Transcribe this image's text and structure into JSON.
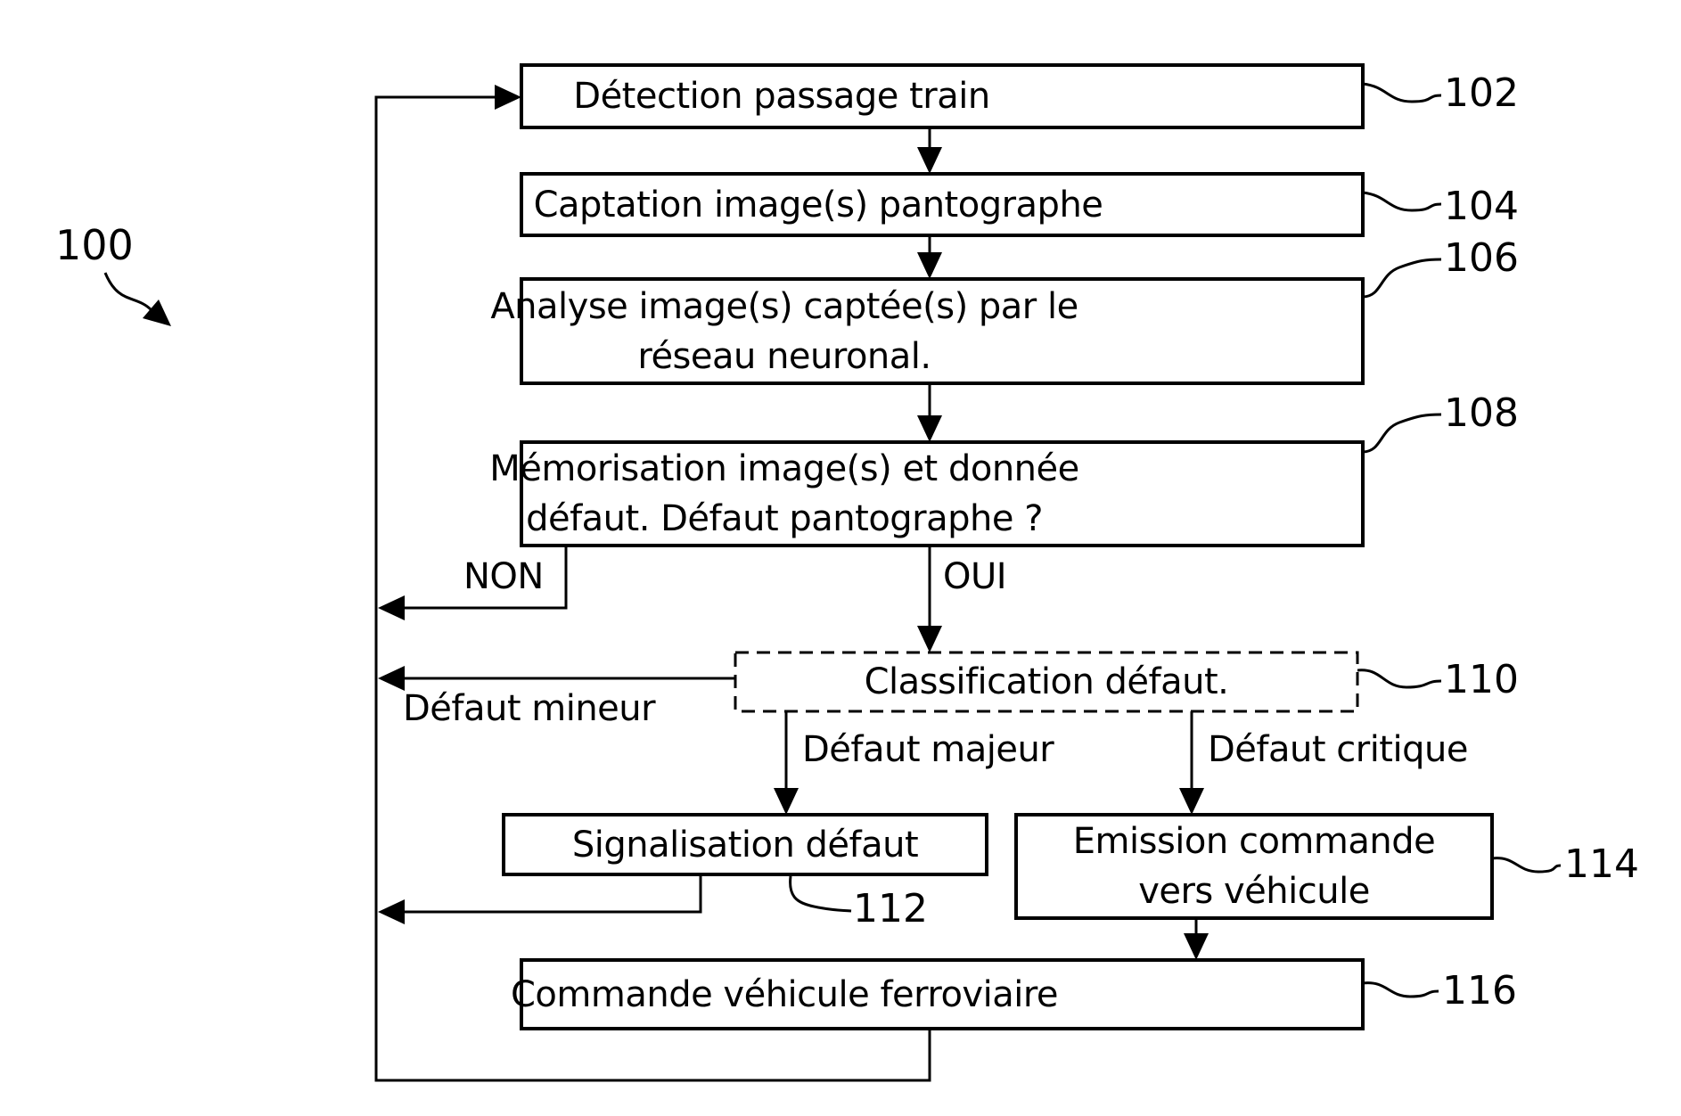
{
  "figure": {
    "ref_label": "100",
    "background_color": "#ffffff",
    "stroke_color": "#000000"
  },
  "boxes": [
    {
      "ref": "102",
      "lines": [
        "Détection passage train"
      ]
    },
    {
      "ref": "104",
      "lines": [
        "Captation image(s) pantographe"
      ]
    },
    {
      "ref": "106",
      "lines": [
        "Analyse image(s) captée(s) par le",
        "réseau neuronal."
      ]
    },
    {
      "ref": "108",
      "lines": [
        "Mémorisation image(s) et donnée",
        "défaut. Défaut pantographe ?"
      ]
    },
    {
      "ref": "110",
      "lines": [
        "Classification défaut."
      ]
    },
    {
      "ref": "112",
      "lines": [
        "Signalisation défaut"
      ]
    },
    {
      "ref": "114",
      "lines": [
        "Emission commande",
        "vers véhicule"
      ]
    },
    {
      "ref": "116",
      "lines": [
        "Commande véhicule ferroviaire"
      ]
    }
  ],
  "branch_labels": {
    "no": "NON",
    "yes": "OUI",
    "minor": "Défaut mineur",
    "major": "Défaut majeur",
    "critical": "Défaut critique"
  }
}
